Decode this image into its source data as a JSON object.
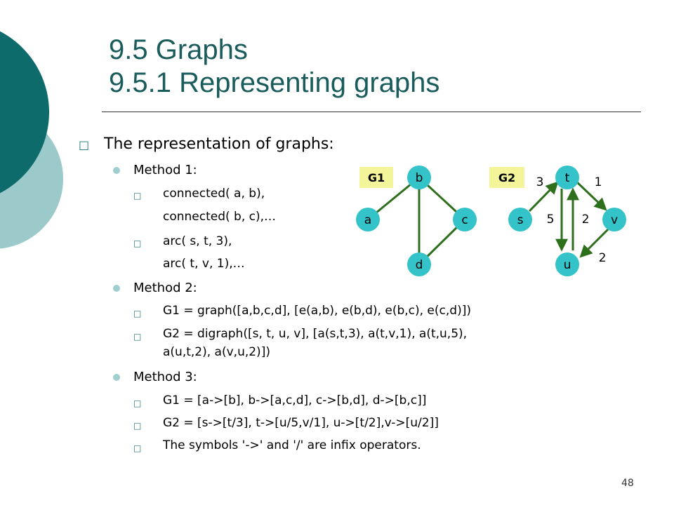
{
  "title": {
    "line1": "9.5 Graphs",
    "line2": "9.5.1 Representing graphs"
  },
  "colors": {
    "accent_dark": "#0e6b6b",
    "accent_light": "#9ccaca",
    "node": "#33c3c8",
    "edge": "#2e6f1c",
    "tag": "#f4f49a"
  },
  "icons": {
    "level1": "square-bullet-icon",
    "level2": "dot-bullet-icon",
    "level3": "square-bullet-icon"
  },
  "bullets": {
    "heading": "The representation of graphs:",
    "method1": "Method 1:",
    "m1_item1_l1": "connected( a, b),",
    "m1_item1_l2": "connected( b, c),…",
    "m1_item2_l1": "arc( s, t, 3),",
    "m1_item2_l2": "arc( t, v, 1),…",
    "method2": "Method 2:",
    "m2_item1": "G1 = graph([a,b,c,d], [e(a,b), e(b,d), e(b,c), e(c,d)])",
    "m2_item2_l1": "G2 = digraph([s, t, u, v], [a(s,t,3), a(t,v,1), a(t,u,5),",
    "m2_item2_l2": "a(u,t,2), a(v,u,2)])",
    "method3": "Method 3:",
    "m3_item1": "G1 = [a->[b], b->[a,c,d], c->[b,d], d->[b,c]]",
    "m3_item2": "G2 = [s->[t/3], t->[u/5,v/1], u->[t/2],v->[u/2]]",
    "m3_item3": "The symbols '->' and '/' are infix operators."
  },
  "graph1": {
    "tag": "G1",
    "nodes": {
      "a": "a",
      "b": "b",
      "c": "c",
      "d": "d"
    }
  },
  "graph2": {
    "tag": "G2",
    "nodes": {
      "s": "s",
      "t": "t",
      "u": "u",
      "v": "v"
    },
    "weights": {
      "st": "3",
      "tv": "1",
      "tu": "5",
      "ut": "2",
      "vu": "2"
    }
  },
  "footer": {
    "page_number": "48"
  }
}
